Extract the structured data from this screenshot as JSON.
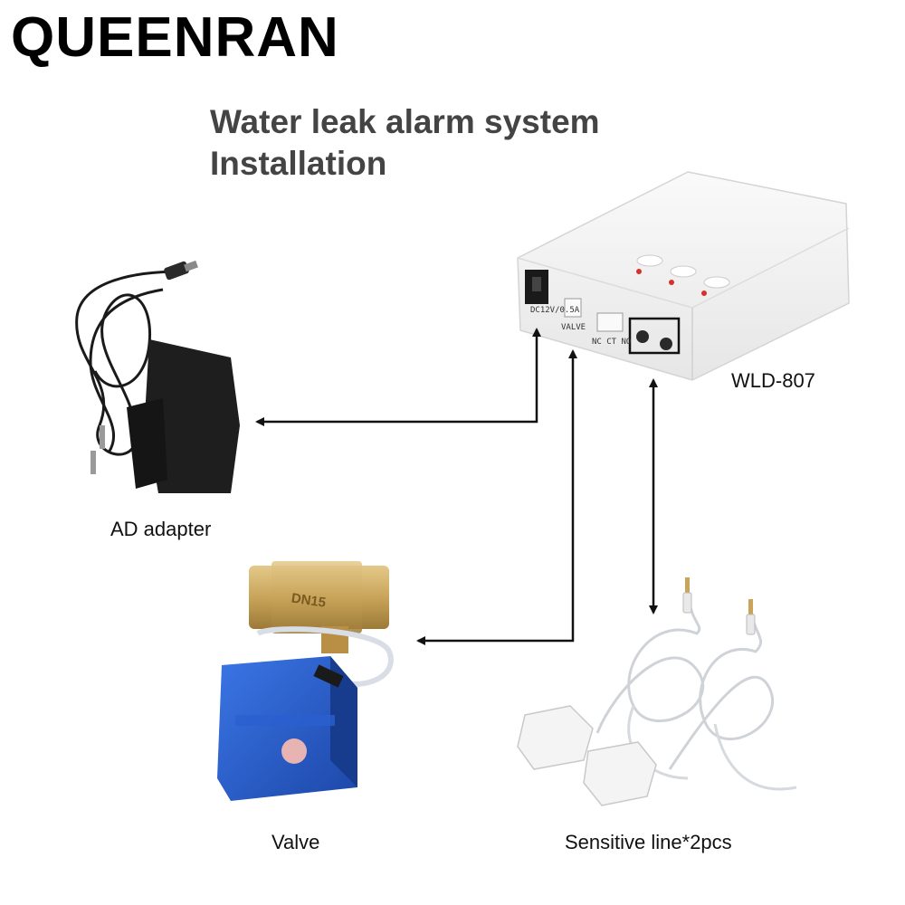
{
  "brand": "QUEENRAN",
  "title": {
    "line1": "Water leak alarm system",
    "line2": "Installation"
  },
  "components": {
    "adapter": {
      "label": "AD adapter",
      "icon": "power-adapter-icon"
    },
    "controller": {
      "label": "WLD-807",
      "icon": "controller-box-icon",
      "ports": {
        "power": "DC12V/0.5A",
        "valve": "VALVE",
        "relay": "NC CT NO"
      }
    },
    "valve": {
      "label": "Valve",
      "icon": "motorized-valve-icon",
      "marking": "DN15"
    },
    "sensor": {
      "label": "Sensitive line*2pcs",
      "icon": "sensor-cable-icon"
    }
  },
  "colors": {
    "brand": "#000000",
    "title": "#444444",
    "arrow": "#111111",
    "valve_body": "#2256c8",
    "brass": "#c9a45a",
    "device": "#f3f3f3",
    "led": "#d9302a"
  }
}
